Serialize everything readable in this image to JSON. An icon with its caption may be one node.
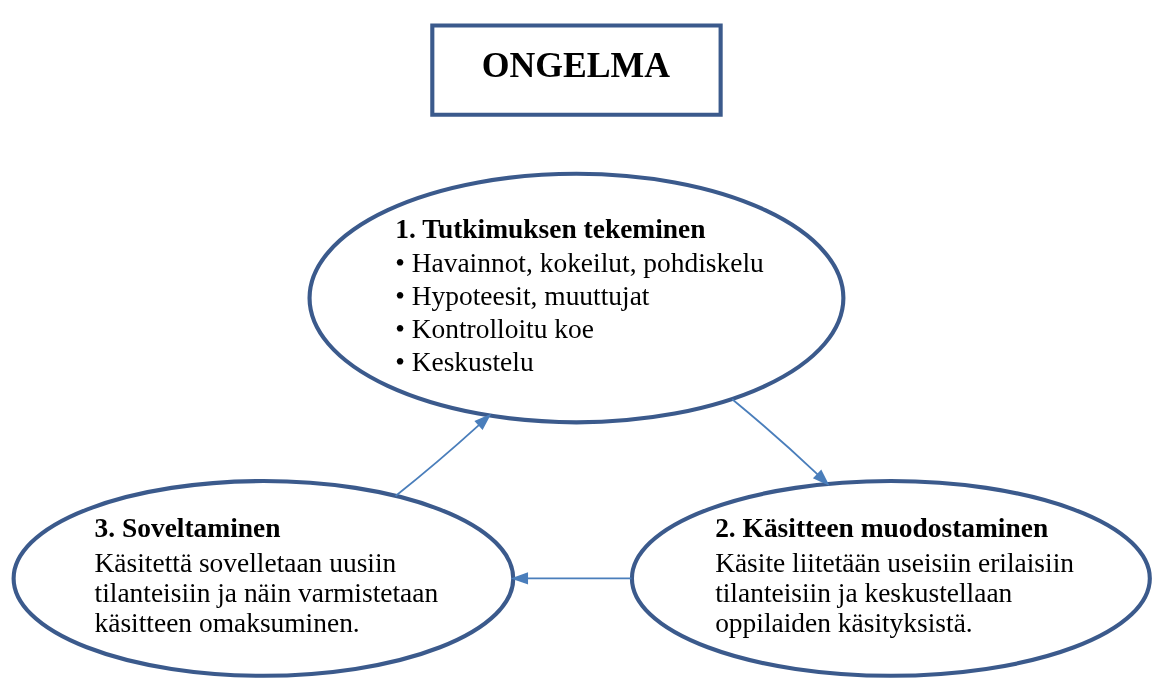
{
  "diagram": {
    "nodes": [
      {
        "text": [
          "ONGELMA"
        ]
      },
      {
        "text": [
          "1. Tutkimuksen tekeminen",
          "• Havainnot, kokeilut, pohdiskelu",
          "• Hypoteesit, muuttujat",
          "• Kontrolloitu koe",
          "• Keskustelu"
        ]
      },
      {
        "text": [
          "2. Käsitteen muodostaminen",
          "Käsite liitetään useisiin erilaisiin tilanteisiin ja keskustellaan oppilaiden käsityksistä."
        ]
      },
      {
        "text": [
          "3. Soveltaminen",
          "Käsitettä sovelletaan uusiin tilanteisiin ja näin varmistetaan käsitteen omaksuminen."
        ]
      }
    ],
    "edges": [
      {
        "from": 1,
        "to": 2,
        "arrow": "to"
      },
      {
        "from": 2,
        "to": 3,
        "arrow": "to"
      },
      {
        "from": 3,
        "to": 1,
        "arrow": "to"
      }
    ]
  }
}
